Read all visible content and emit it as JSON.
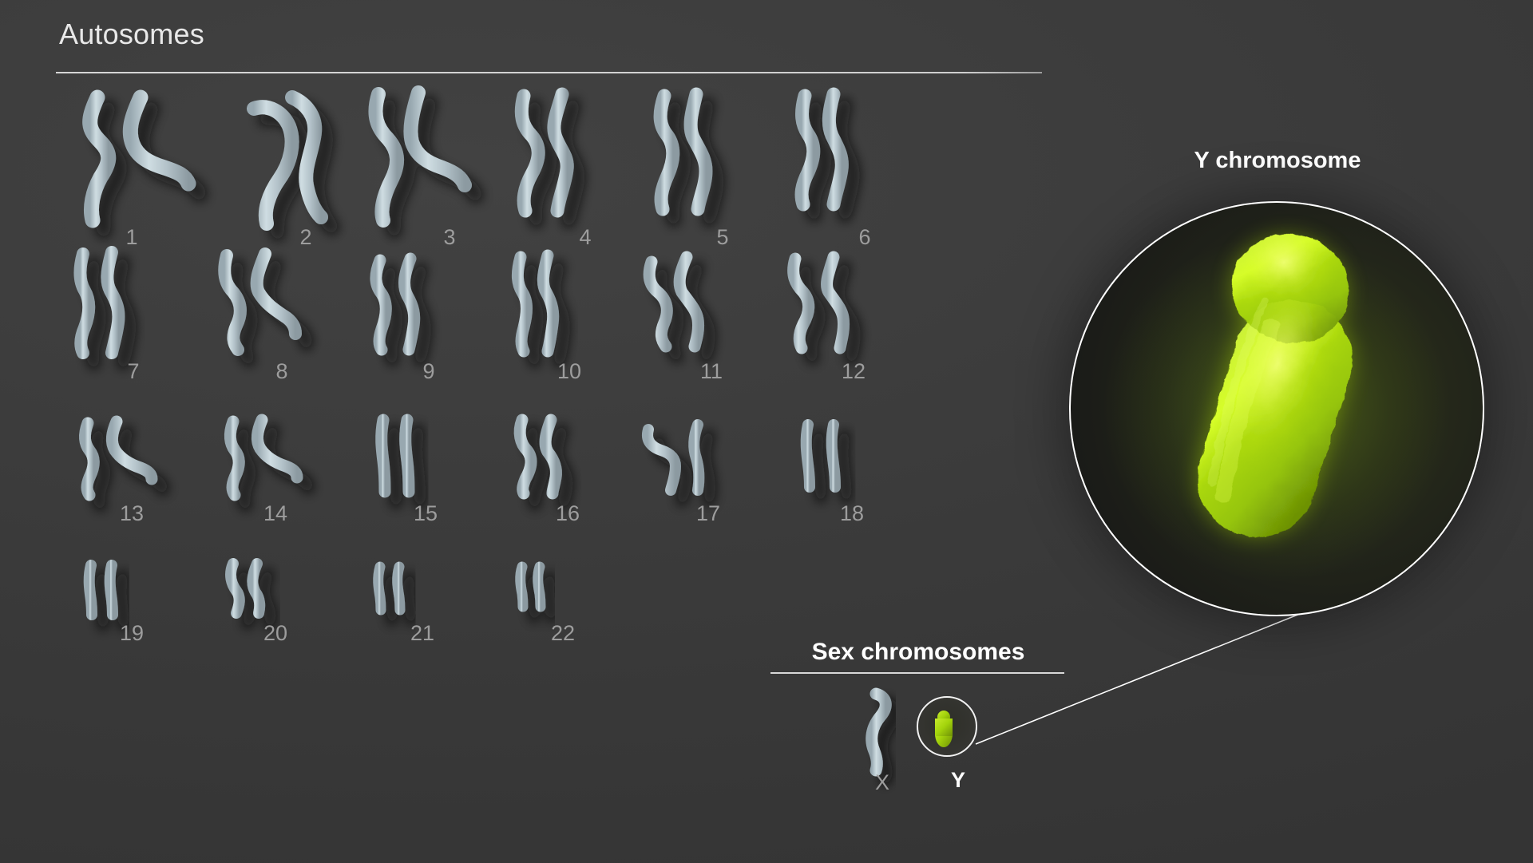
{
  "figure": {
    "background_color": "#3b3b3b",
    "chromosome_color": "#b9c7cd",
    "highlight_color": "#a6d610",
    "label_color": "#9d9d9d",
    "heading_color": "#ffffff"
  },
  "headings": {
    "autosomes": "Autosomes",
    "sex_chromosomes": "Sex chromosomes",
    "magnifier_title": "Y chromosome"
  },
  "autosomes": {
    "rows": [
      {
        "items": [
          {
            "label": "1",
            "shape": "metacentric",
            "size": "large"
          },
          {
            "label": "2",
            "shape": "submetacentric",
            "size": "large"
          },
          {
            "label": "3",
            "shape": "metacentric",
            "size": "large"
          },
          {
            "label": "4",
            "shape": "submetacentric",
            "size": "large"
          },
          {
            "label": "5",
            "shape": "submetacentric",
            "size": "large"
          },
          {
            "label": "6",
            "shape": "submetacentric",
            "size": "large"
          }
        ]
      },
      {
        "items": [
          {
            "label": "7",
            "shape": "submetacentric",
            "size": "medium"
          },
          {
            "label": "8",
            "shape": "submetacentric",
            "size": "medium"
          },
          {
            "label": "9",
            "shape": "submetacentric",
            "size": "medium"
          },
          {
            "label": "10",
            "shape": "submetacentric",
            "size": "medium"
          },
          {
            "label": "11",
            "shape": "submetacentric",
            "size": "medium"
          },
          {
            "label": "12",
            "shape": "metacentric",
            "size": "medium"
          }
        ]
      },
      {
        "items": [
          {
            "label": "13",
            "shape": "acrocentric",
            "size": "small"
          },
          {
            "label": "14",
            "shape": "acrocentric",
            "size": "small"
          },
          {
            "label": "15",
            "shape": "acrocentric",
            "size": "small"
          },
          {
            "label": "16",
            "shape": "metacentric",
            "size": "small"
          },
          {
            "label": "17",
            "shape": "submetacentric",
            "size": "small"
          },
          {
            "label": "18",
            "shape": "submetacentric",
            "size": "small"
          }
        ]
      },
      {
        "items": [
          {
            "label": "19",
            "shape": "metacentric",
            "size": "tiny"
          },
          {
            "label": "20",
            "shape": "metacentric",
            "size": "tiny"
          },
          {
            "label": "21",
            "shape": "acrocentric",
            "size": "tiny"
          },
          {
            "label": "22",
            "shape": "acrocentric",
            "size": "tiny"
          }
        ]
      }
    ]
  },
  "sex_chromosomes": {
    "items": [
      {
        "label": "X",
        "highlighted": false
      },
      {
        "label": "Y",
        "highlighted": true
      }
    ]
  },
  "magnifier": {
    "subject": "Y",
    "circled": true,
    "leader_line": true
  }
}
